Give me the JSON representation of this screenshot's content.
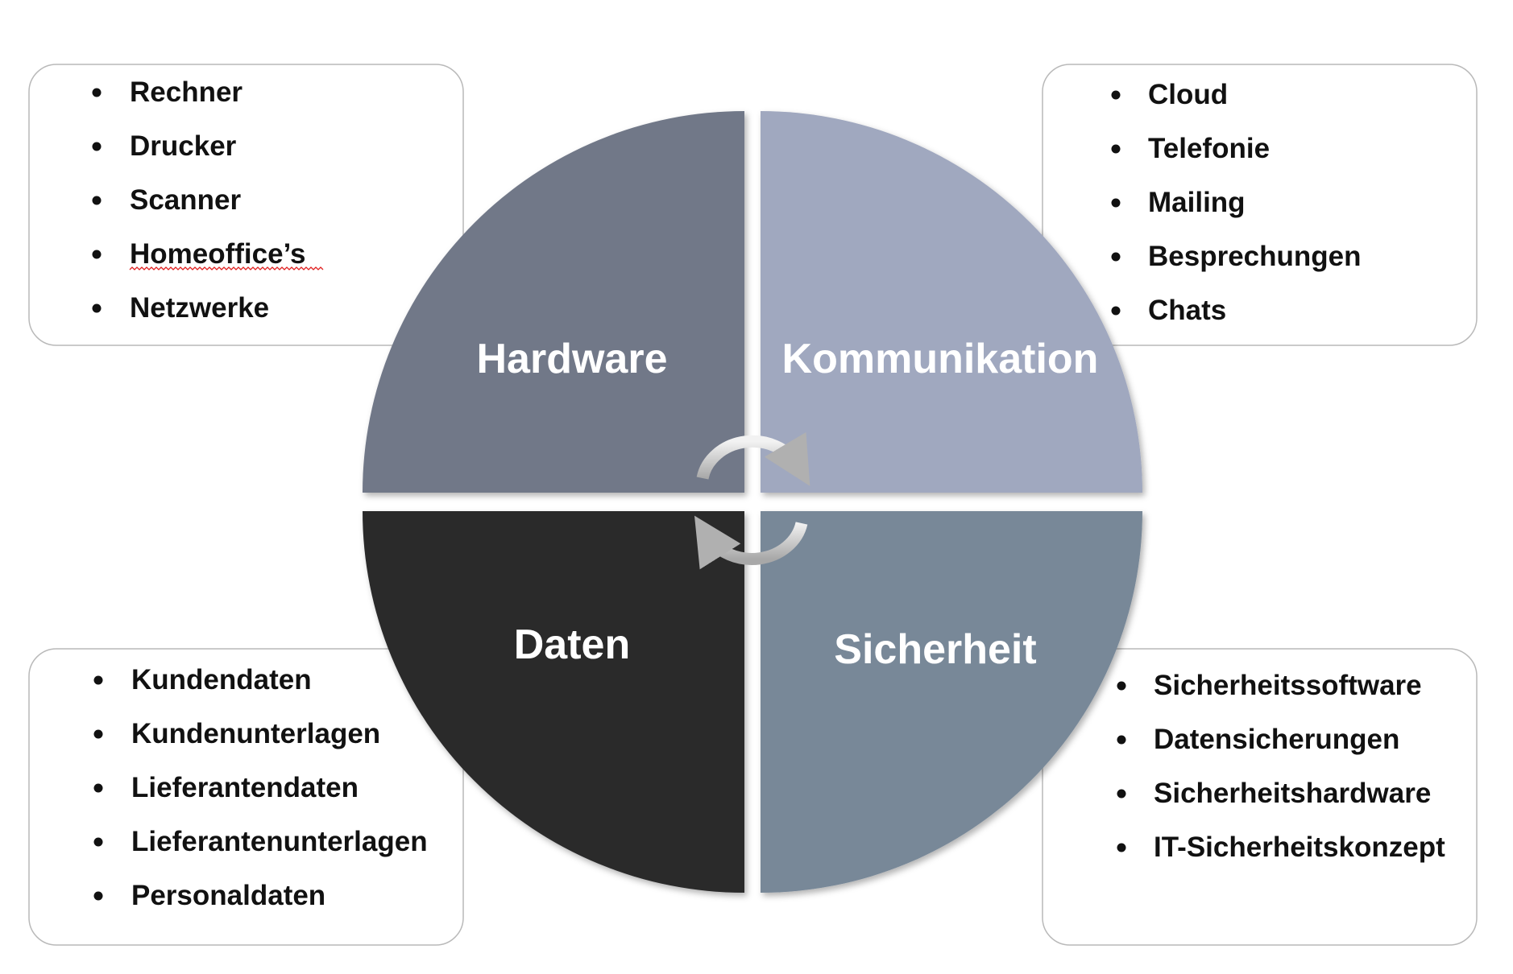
{
  "quadrants": {
    "hardware": {
      "label": "Hardware",
      "color": "#717888",
      "items": [
        "Rechner",
        "Drucker",
        "Scanner",
        "Homeoffice’s",
        "Netzwerke"
      ]
    },
    "kommunikation": {
      "label": "Kommunikation",
      "color": "#a0a8bf",
      "items": [
        "Cloud",
        "Telefonie",
        "Mailing",
        "Besprechungen",
        "Chats"
      ]
    },
    "daten": {
      "label": "Daten",
      "color": "#2a2a2b",
      "items": [
        "Kundendaten",
        "Kundenunterlagen",
        "Lieferantendaten",
        "Lieferantenunterlagen",
        "Personaldaten"
      ]
    },
    "sicherheit": {
      "label": "Sicherheit",
      "color": "#788898",
      "items": [
        "Sicherheitssoftware",
        "Datensicherungen",
        "Sicherheitshardware",
        "IT-Sicherheitskonzept"
      ]
    }
  }
}
